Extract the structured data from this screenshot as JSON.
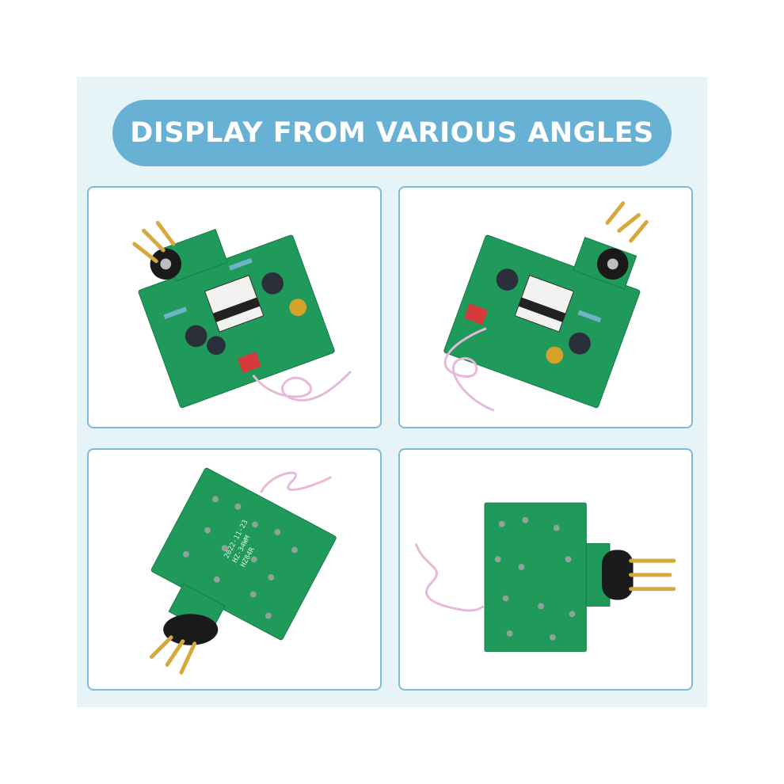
{
  "banner": {
    "title": "DISPLAY FROM VARIOUS ANGLES"
  },
  "silkscreen": {
    "line1": "2022-11-23",
    "line2": "HZ-34WM",
    "line3": "HZ84R"
  },
  "colors": {
    "panel_bg": "#e7f4f7",
    "banner_bg": "#67b1d5",
    "card_border": "#7dbbd8",
    "pcb_green": "#1f9a5a",
    "gold_pin": "#d7a93c"
  },
  "views": [
    {
      "id": "top-front-left"
    },
    {
      "id": "top-front-right"
    },
    {
      "id": "bottom-rotated"
    },
    {
      "id": "bottom-side"
    }
  ]
}
